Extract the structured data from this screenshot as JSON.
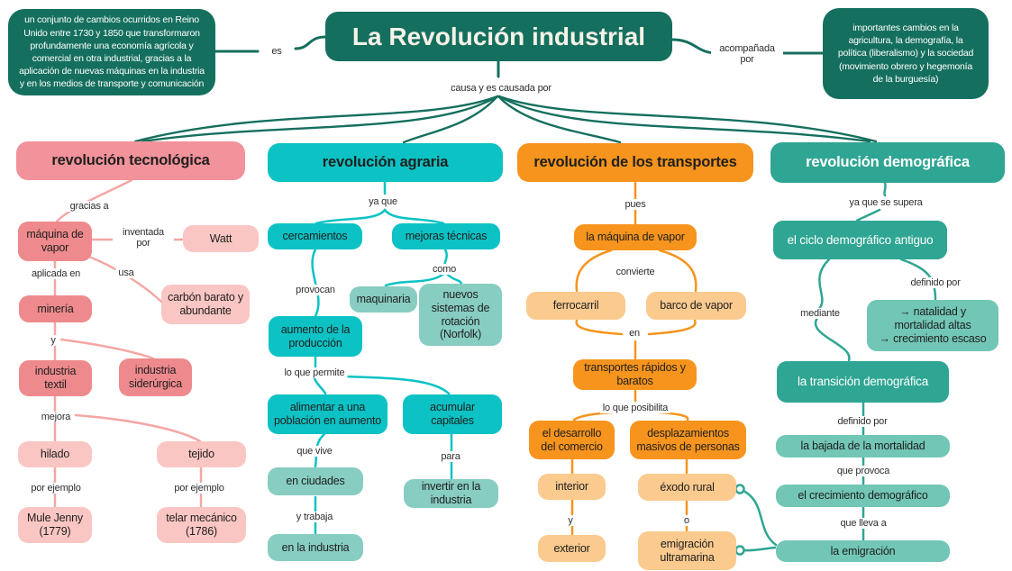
{
  "root": {
    "title": "La Revolución industrial",
    "left_definition": "un conjunto de cambios ocurridos en Reino Unido entre 1730 y 1850 que transformaron profundamente una economía agrícola y comercial en otra industrial, gracias a la aplicación de nuevas máquinas en la industria y en los medios de transporte y comunicación",
    "right_definition": "importantes cambios en la agricultura, la demografía, la política (liberalismo) y la sociedad (movimiento obrero y hegemonía de la burguesía)",
    "edges": {
      "es": "es",
      "acompanada_por": "acompañada por",
      "causa": "causa y es causada por"
    }
  },
  "tecnologica": {
    "header": "revolución tecnológica",
    "nodes": {
      "maquina_vapor": "máquina de vapor",
      "watt": "Watt",
      "mineria": "minería",
      "carbon": "carbón barato y abundante",
      "industria_textil": "industria textil",
      "industria_siderurgica": "industria siderúrgica",
      "hilado": "hilado",
      "tejido": "tejido",
      "mule_jenny": "Mule Jenny (1779)",
      "telar_mecanico": "telar mecánico (1786)"
    },
    "edges": {
      "gracias_a": "gracias a",
      "inventada_por": "inventada por",
      "aplicada_en": "aplicada en",
      "usa": "usa",
      "y": "y",
      "mejora": "mejora",
      "por_ejemplo_1": "por ejemplo",
      "por_ejemplo_2": "por ejemplo"
    }
  },
  "agraria": {
    "header": "revolución agraria",
    "nodes": {
      "cercamientos": "cercamientos",
      "mejoras_tecnicas": "mejoras técnicas",
      "maquinaria": "maquinaria",
      "nuevos_sistemas": "nuevos sistemas de rotación (Norfolk)",
      "aumento_produccion": "aumento de la producción",
      "alimentar": "alimentar a una población en aumento",
      "acumular": "acumular capitales",
      "en_ciudades": "en ciudades",
      "en_la_industria": "en la industria",
      "invertir": "invertir en la industria"
    },
    "edges": {
      "ya_que": "ya que",
      "como": "como",
      "provocan": "provocan",
      "lo_que_permite": "lo que permite",
      "que_vive": "que vive",
      "y_trabaja": "y trabaja",
      "para": "para"
    }
  },
  "transportes": {
    "header": "revolución de los transportes",
    "nodes": {
      "maquina_vapor": "la máquina de vapor",
      "ferrocarril": "ferrocarril",
      "barco_vapor": "barco de vapor",
      "transportes_rapidos": "transportes rápidos y baratos",
      "desarrollo_comercio": "el desarrollo del comercio",
      "desplazamientos": "desplazamientos masivos de personas",
      "interior": "interior",
      "exterior": "exterior",
      "exodo_rural": "éxodo rural",
      "emigracion_ultramarina": "emigración ultramarina"
    },
    "edges": {
      "pues": "pues",
      "convierte": "convierte",
      "en": "en",
      "lo_que_posibilita": "lo que posibilita",
      "y": "y",
      "o": "o"
    }
  },
  "demografica": {
    "header": "revolución demográfica",
    "nodes": {
      "ciclo_antiguo": "el ciclo demográfico antiguo",
      "natalidad": "→ natalidad y\nmortalidad altas\n→ crecimiento escaso",
      "transicion": "la transición demográfica",
      "bajada_mortalidad": "la bajada de la mortalidad",
      "crecimiento_demografico": "el crecimiento demográfico",
      "la_emigracion": "la emigración"
    },
    "edges": {
      "ya_que_se_supera": "ya que se supera",
      "definido_por_1": "definido por",
      "mediante": "mediante",
      "definido_por_2": "definido por",
      "que_provoca": "que provoca",
      "que_lleva_a": "que lleva a"
    }
  },
  "colors": {
    "dark_green": "#156f5e",
    "pink_header": "#f2929a",
    "pink_mid": "#ee8a8d",
    "pink_light": "#fac6c3",
    "pink_line": "#f5a6a3",
    "teal_bright": "#0cc2c4",
    "teal_muted": "#87cdc2",
    "orange": "#f7941d",
    "orange_light": "#fbca8e",
    "sea_green": "#2fa593",
    "sea_green_muted": "#72c6b6"
  }
}
